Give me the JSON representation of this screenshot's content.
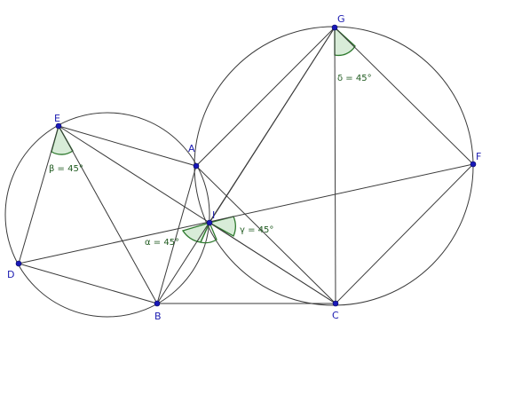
{
  "points": {
    "G": {
      "label": "G"
    },
    "E": {
      "label": "E"
    },
    "A": {
      "label": "A"
    },
    "F": {
      "label": "F"
    },
    "I": {
      "label": "I"
    },
    "D": {
      "label": "D"
    },
    "B": {
      "label": "B"
    },
    "C": {
      "label": "C"
    }
  },
  "angles": {
    "delta": {
      "label": "δ = 45°"
    },
    "beta": {
      "label": "β = 45°"
    },
    "gamma": {
      "label": "γ = 45°"
    },
    "alpha": {
      "label": "α = 45°"
    }
  },
  "colors": {
    "point": "#1818b8",
    "point_label": "#1a1ab0",
    "line": "#3a3a3a",
    "angle_fill": "#d8ecd8",
    "angle_stroke": "#2f7a2f",
    "angle_label": "#1f5a1f"
  }
}
